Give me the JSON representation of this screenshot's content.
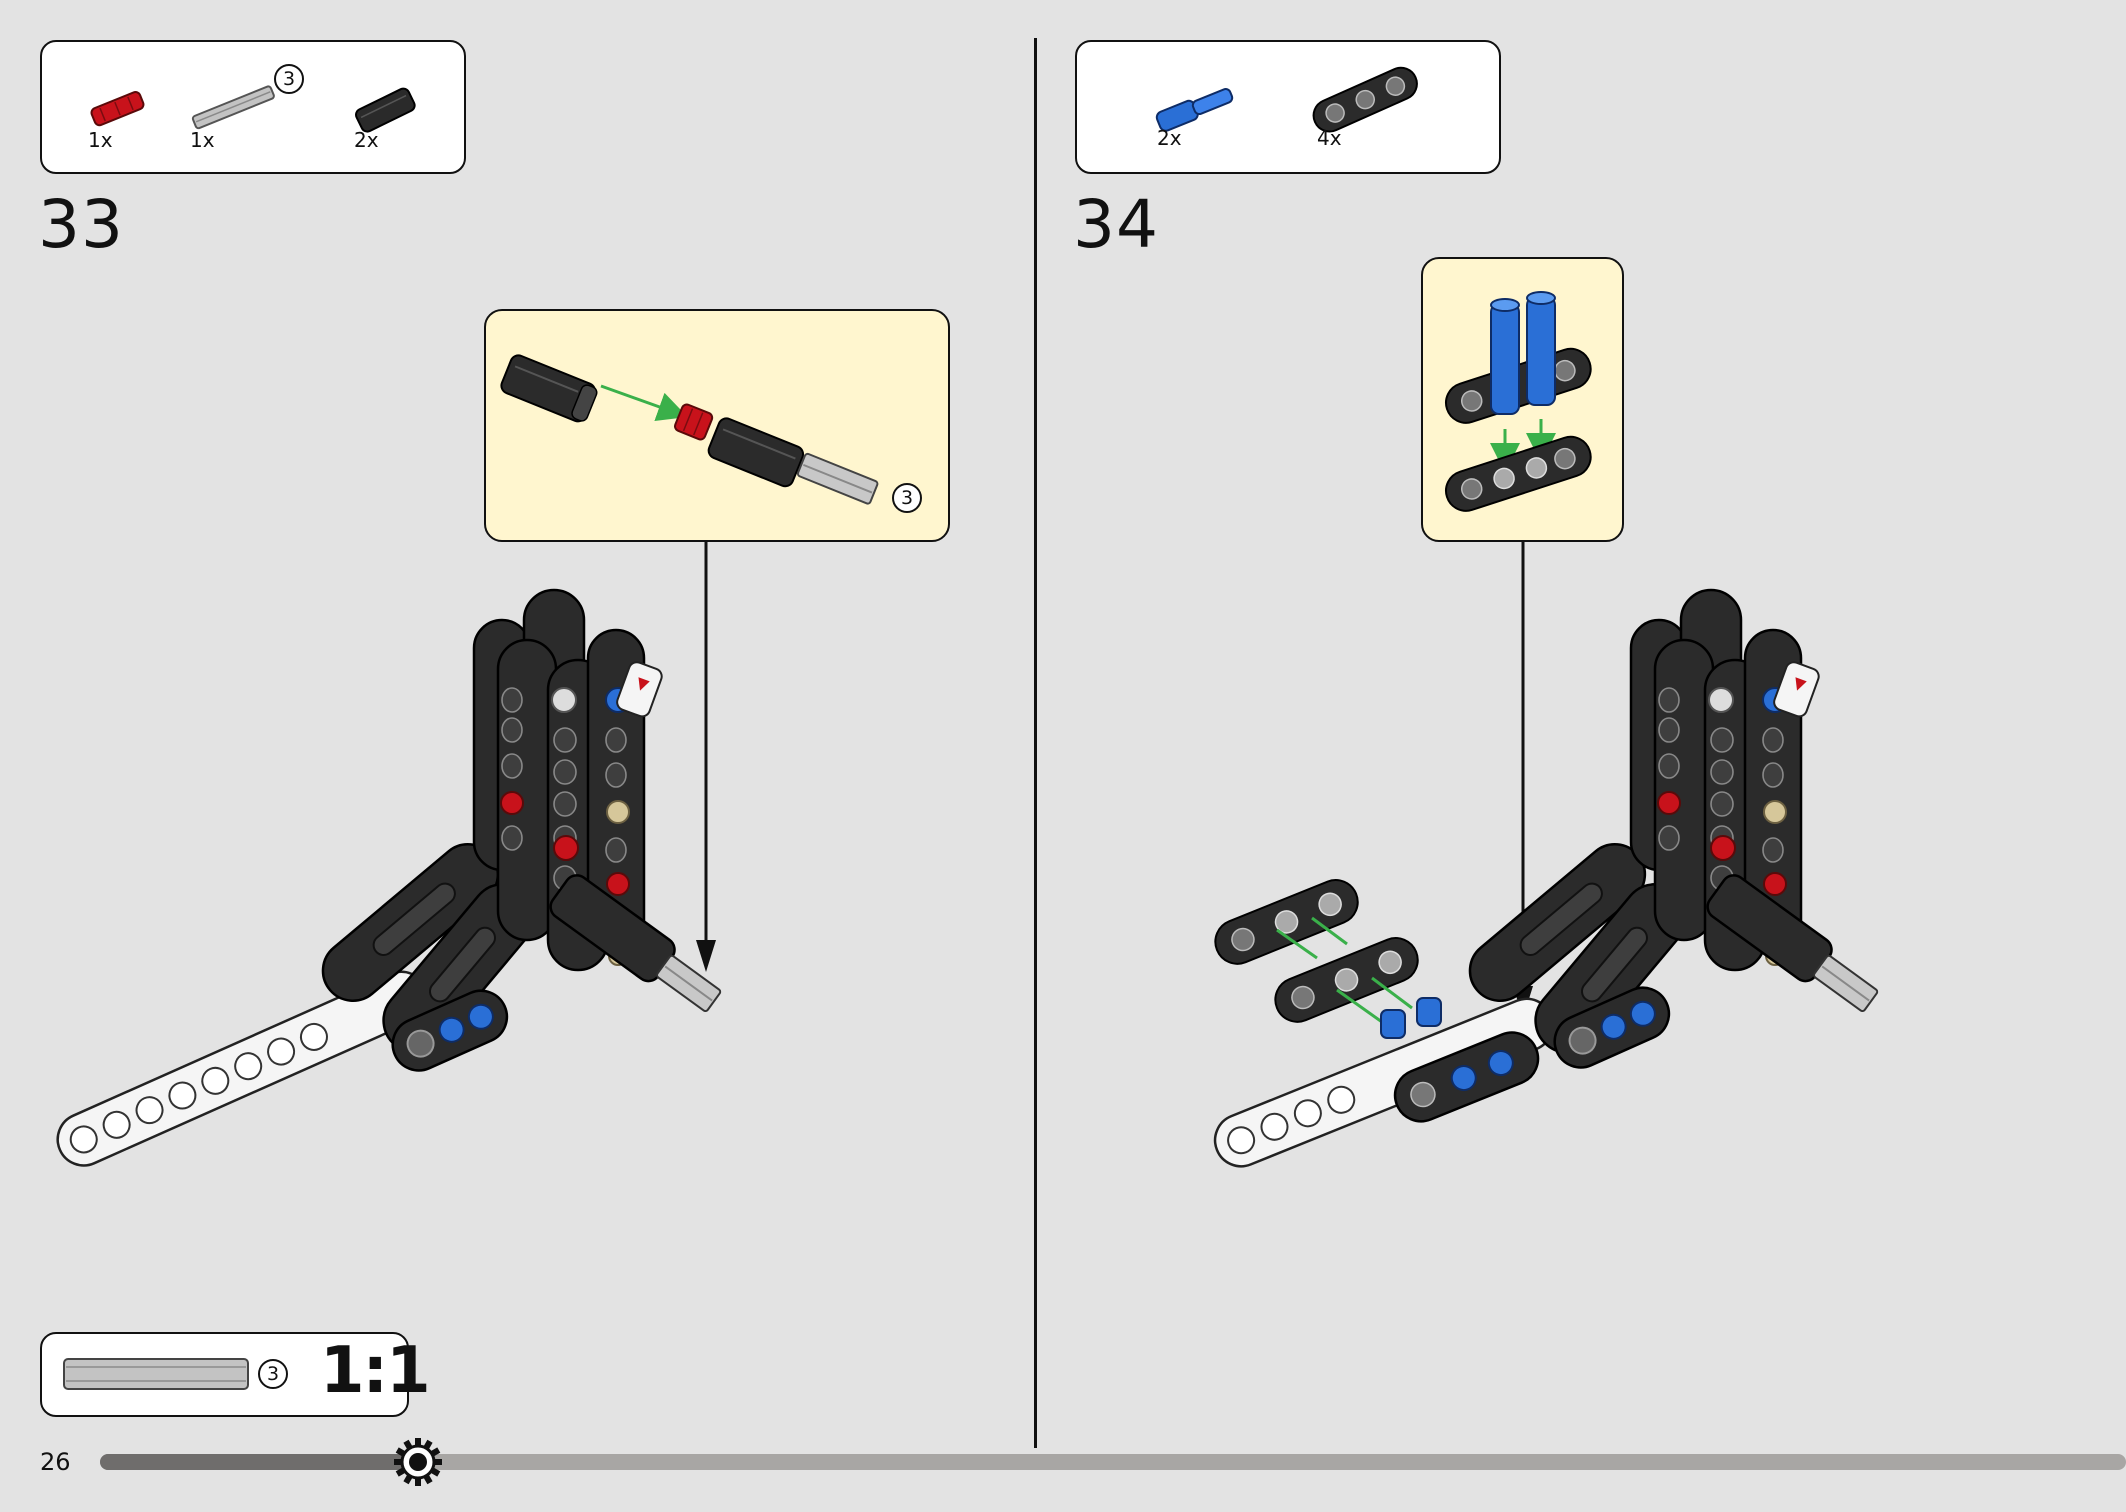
{
  "page": {
    "number": "26"
  },
  "steps": [
    {
      "number": "33",
      "parts": [
        {
          "icon": "red-axle-connector-icon",
          "quantity": "1x",
          "color": "#c8121b"
        },
        {
          "icon": "gray-axle-icon",
          "quantity": "1x",
          "length": "3",
          "color": "#b5b5b5"
        },
        {
          "icon": "black-axle-connector-icon",
          "quantity": "2x",
          "color": "#2a2a2a"
        }
      ],
      "callout": {
        "axle_length": "3"
      }
    },
    {
      "number": "34",
      "parts": [
        {
          "icon": "blue-pin-icon",
          "quantity": "2x",
          "color": "#2a6fd6"
        },
        {
          "icon": "black-beam-3-icon",
          "quantity": "4x",
          "color": "#2a2a2a"
        }
      ]
    }
  ],
  "scale_reference": {
    "axle_length": "3",
    "ratio": "1:1"
  },
  "colors": {
    "background": "#e3e3e3",
    "callout": "#fff6cf",
    "arrow": "#3ab04a",
    "beam_black": "#2b2b2b",
    "beam_white": "#f5f5f5",
    "pin_blue": "#2a6fd6",
    "pin_red": "#c8121b",
    "pin_tan": "#d6c79a"
  }
}
